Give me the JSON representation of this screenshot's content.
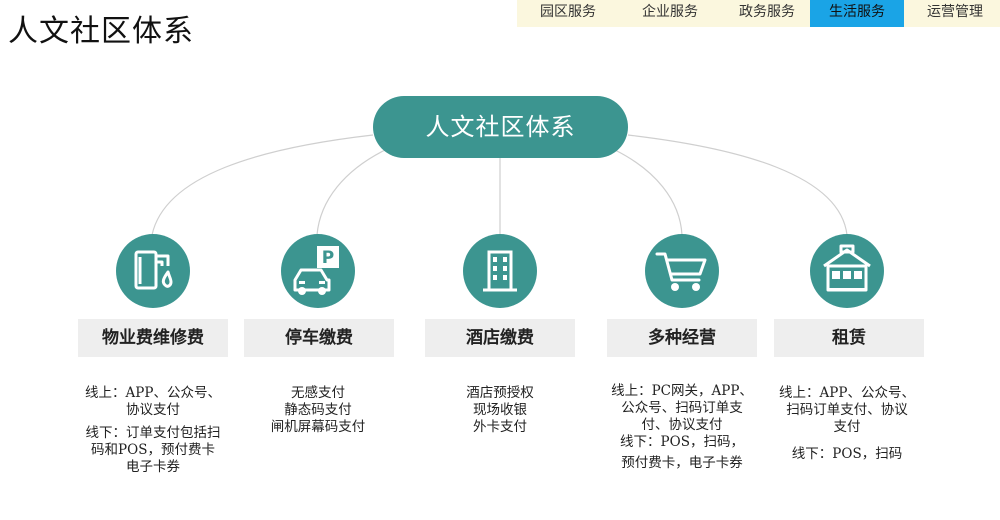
{
  "page_title": "人文社区体系",
  "nav": {
    "tabs": [
      {
        "label": "园区服务",
        "active": false
      },
      {
        "label": "企业服务",
        "active": false
      },
      {
        "label": "政务服务",
        "active": false
      },
      {
        "label": "生活服务",
        "active": true
      },
      {
        "label": "运营管理",
        "active": false
      }
    ]
  },
  "hub": {
    "label": "人文社区体系"
  },
  "colors": {
    "primary": "#3c9590",
    "nav_bg": "#fbf7de",
    "nav_active": "#1aa4e6",
    "label_bg": "#eeeeee"
  },
  "nodes": [
    {
      "title": "物业费维修费",
      "icon": "faucet-icon",
      "lines": [
        "线上：APP、公众号、",
        "协议支付",
        "",
        "线下：订单支付包括扫",
        "码和POS，预付费卡",
        "电子卡券"
      ]
    },
    {
      "title": "停车缴费",
      "icon": "parking-car-icon",
      "lines": [
        "无感支付",
        "静态码支付",
        "闸机屏幕码支付"
      ]
    },
    {
      "title": "酒店缴费",
      "icon": "building-icon",
      "lines": [
        "酒店预授权",
        "现场收银",
        "外卡支付"
      ]
    },
    {
      "title": "多种经营",
      "icon": "shopping-cart-icon",
      "lines": [
        "线上：PC网关，APP、",
        "公众号、扫码订单支",
        "付、协议支付",
        "线下：POS，扫码，",
        "预付费卡，电子卡券"
      ]
    },
    {
      "title": "租赁",
      "icon": "house-icon",
      "lines": [
        "线上：APP、公众号、",
        "扫码订单支付、协议",
        "支付",
        "线下：POS，扫码"
      ]
    }
  ]
}
